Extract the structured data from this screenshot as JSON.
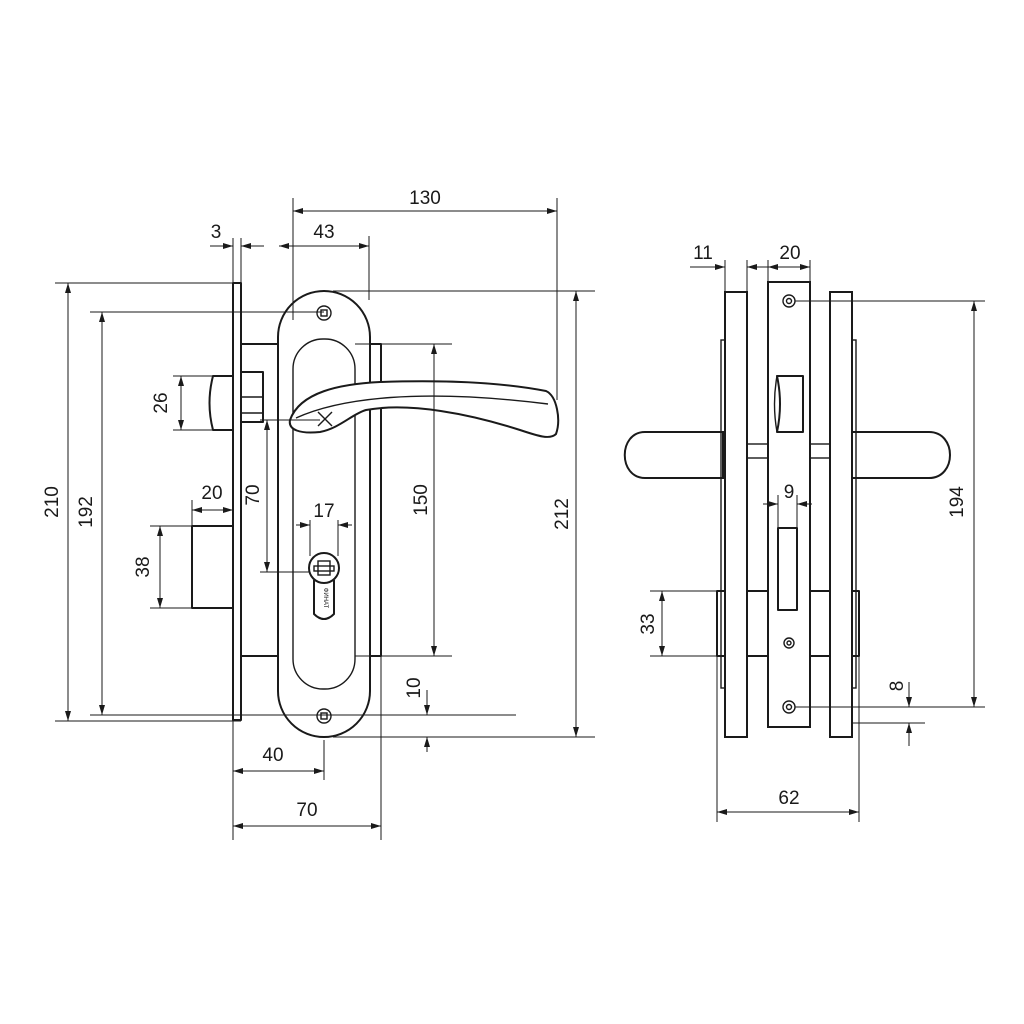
{
  "front_view": {
    "dimensions": {
      "overall_height": "210",
      "strike_height": "192",
      "latch_height": "26",
      "bolt_width": "20",
      "bolt_height": "38",
      "faceplate_thickness": "3",
      "handle_to_cylinder": "70",
      "backset_to_rose": "43",
      "handle_reach": "130",
      "cylinder_width": "17",
      "case_height": "150",
      "escutcheon_height": "212",
      "bottom_offset": "10",
      "backset": "40",
      "plate_offset": "70"
    },
    "cylinder_brand": "ФИНАТ"
  },
  "side_view": {
    "dimensions": {
      "plate_gap": "11",
      "case_width": "20",
      "bolt_thickness": "9",
      "latch_offset": "33",
      "screw_spacing": "194",
      "screw_offset": "8",
      "overall_width": "62"
    }
  }
}
